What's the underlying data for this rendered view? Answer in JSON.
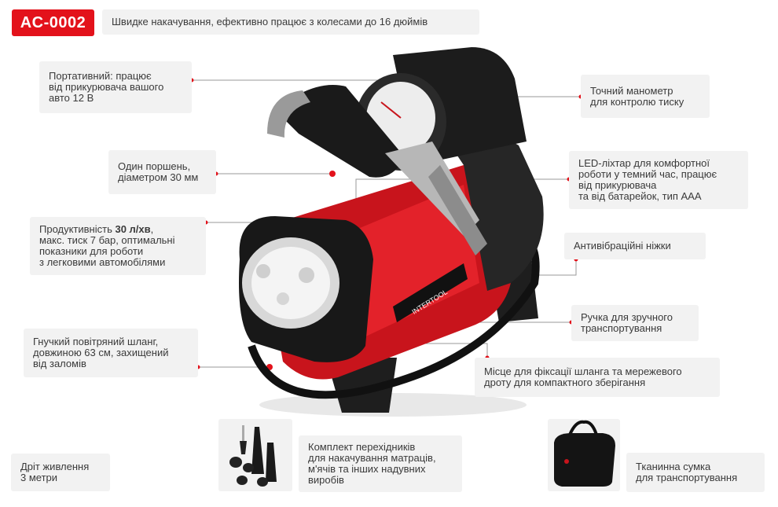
{
  "product_code": "AC-0002",
  "headline": "Швидке накачування, ефективно працює з колесами до 16 дюймів",
  "features": {
    "portable": "Портативний: працює\nвід прикурювача вашого\nавто 12 В",
    "piston": "Один поршень,\nдіаметром 30 мм",
    "performance_pre": "Продуктивність ",
    "performance_bold": "30 л/хв",
    "performance_post": ",\nмакс. тиск 7 бар, оптимальні\nпоказники для роботи\nз легковими автомобілями",
    "hose": "Гнучкий повітряний шланг,\nдовжиною 63 см, захищений\nвід заломів",
    "cable": "Дріт живлення\n3 метри",
    "gauge": "Точний манометр\nдля контролю тиску",
    "led": "LED-ліхтар для комфортної\nроботи у темний час, працює\nвід прикурювача\nта від батарейок, тип ААА",
    "feet": "Антивібраційні ніжки",
    "handle": "Ручка для зручного\nтранспортування",
    "storage": "Місце для фіксації шлангa та мережевого\nдроту для компактного зберігання",
    "adapters": "Комплект перехідників\nдля накачування матраців,\nм'ячів та інших надувних\nвиробів",
    "bag": "Тканинна сумка\nдля транспортування"
  },
  "brand_label": "INTERTOOL",
  "colors": {
    "accent": "#e3121b",
    "box": "#f2f2f2",
    "line": "#9a9a9a"
  }
}
